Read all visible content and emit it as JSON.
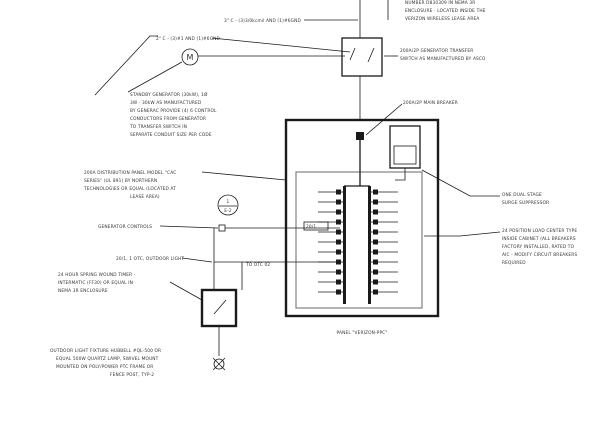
{
  "notes": {
    "top_right": [
      "NUMBER D830309 IN NEMA 3R",
      "ENCLOSURE - LOCATED INSIDE THE",
      "VERIZON WIRELESS LEASE AREA"
    ],
    "conduit_main": "3\" C - (3)3/0kcmil AND (1)#6GND",
    "conduit_gen": "2\" C - (3)#1 AND (1)#6GND",
    "transfer_switch": [
      "200A/2P GENERATOR TRANSFER",
      "SWITCH AS MANUFACTURED BY ASCO"
    ],
    "standby_gen": [
      "STANDBY GENERATOR (30kW), 1Ø",
      "3W - 30kW AS MANUFACTURED",
      "BY GENERAC PROVIDE (4) 6 CONTROL",
      "CONDUCTORS FROM GENERATOR",
      "TO TRANSFER SWITCH IN",
      "SEPARATE CONDUIT SIZE PER CODE"
    ],
    "main_breaker": "200A/2P MAIN BREAKER",
    "distribution_panel": [
      "200A DISTRIBUTION PANEL MODEL \"CAC",
      "SERIES\" (UL 891) BY NORTHERN",
      "TECHNOLOGIES OR EQUAL (LOCATED AT",
      "LEASE AREA)"
    ],
    "surge_suppressor": [
      "ONE DUAL STAGE",
      "SURGE SUPPRESSOR"
    ],
    "load_center": [
      "24 POSITION LOAD CENTER TYPE",
      "INSIDE CABINET (ALL BREAKERS",
      "FACTORY INSTALLED, RATED TO",
      "AIC - MODIFY CIRCUIT BREAKERS",
      "REQUIRED"
    ],
    "generator_controls": "GENERATOR CONTROLS",
    "outdoor_light_circuit": "20/1, 1 OTC, OUTDOOR LIGHT",
    "timer": [
      "24 HOUR SPRING WOUND TIMER -",
      "INTERMATIC (FF30) OR EQUAL IN",
      "NEMA 3R ENCLOSURE"
    ],
    "outdoor_fixture": [
      "OUTDOOR LIGHT FIXTURE HUBBELL #QL-500 OR",
      "EQUAL 500W QUARTZ LAMP, SWIVEL MOUNT",
      "MOUNTED ON POLY/POWER PTC FRAME OR",
      "FENCE POST, TYP-2"
    ],
    "breaker_20_1": "20/1",
    "to_otc": "TO OTC 02",
    "panel_name": "PANEL \"VERIZON-PPC\"",
    "generator_symbol": "M",
    "detail_ref_num": "1",
    "detail_ref_sheet": "E-2"
  }
}
